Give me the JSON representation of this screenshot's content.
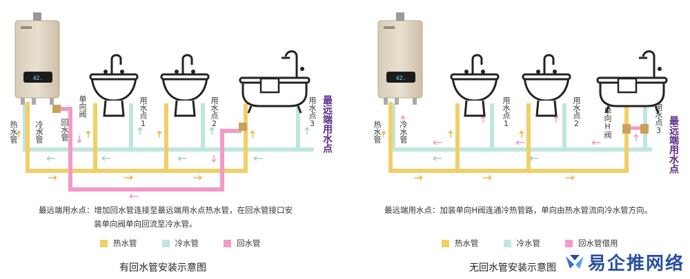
{
  "colors": {
    "hot": "#f2cf66",
    "cold": "#bfe6df",
    "ret": "#f39ac9",
    "farLabel": "#5b2a86"
  },
  "left": {
    "labels": {
      "hot_pipe": "热水管",
      "cold_pipe": "冷水管",
      "return_pipe": "回水管",
      "check_valve": "单向阀",
      "point1": "用水点1",
      "point2": "用水点2",
      "point3": "用水点3",
      "far_point": "最远端用水点"
    },
    "description_line1": "最远端用水点：增加回水管连接至最远端用水点热水管，在回水管接口安",
    "description_line2": "装单向阀单向回流至冷水管。",
    "legend": [
      "热水管",
      "冷水管",
      "回水管"
    ],
    "caption": "有回水管安装示意图"
  },
  "right": {
    "labels": {
      "hot_pipe": "热水管",
      "cold_pipe": "冷水管",
      "point1": "用水点1",
      "point2": "用水点2",
      "point3": "用水点3",
      "h_valve": "单向H阀",
      "far_point": "最远端用水点"
    },
    "description": "最远端用水点：加装单向H阀连通冷热管路，单向由热水管流向冷水管方向。",
    "legend": [
      "热水管",
      "冷水管",
      "回水管借用"
    ],
    "caption": "无回水管安装示意图"
  },
  "watermark": "易企推网络"
}
